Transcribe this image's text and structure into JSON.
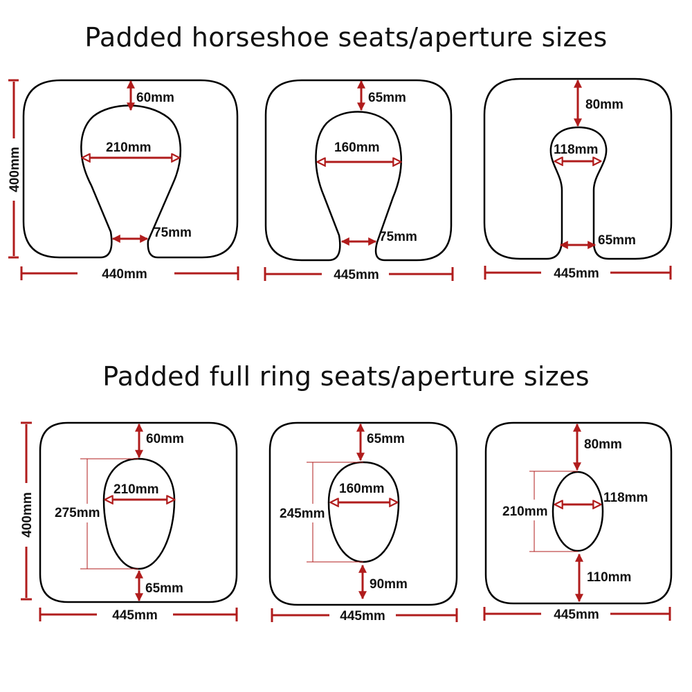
{
  "titles": {
    "horseshoe": "Padded horseshoe seats/aperture sizes",
    "full_ring": "Padded full ring seats/aperture sizes"
  },
  "colors": {
    "dimension": "#b01c1c",
    "outline": "#000000",
    "background": "#ffffff"
  },
  "horseshoe_seats": [
    {
      "height": "400mm",
      "width": "440mm",
      "top_margin": "60mm",
      "aperture_width": "210mm",
      "opening": "75mm"
    },
    {
      "width": "445mm",
      "top_margin": "65mm",
      "aperture_width": "160mm",
      "opening": "75mm"
    },
    {
      "width": "445mm",
      "top_margin": "80mm",
      "aperture_width": "118mm",
      "opening": "65mm"
    }
  ],
  "full_ring_seats": [
    {
      "height": "400mm",
      "width": "445mm",
      "top_margin": "60mm",
      "aperture_width": "210mm",
      "aperture_length": "275mm",
      "bottom_margin": "65mm"
    },
    {
      "width": "445mm",
      "top_margin": "65mm",
      "aperture_width": "160mm",
      "aperture_length": "245mm",
      "bottom_margin": "90mm"
    },
    {
      "width": "445mm",
      "top_margin": "80mm",
      "aperture_width": "118mm",
      "aperture_length": "210mm",
      "bottom_margin": "110mm"
    }
  ]
}
